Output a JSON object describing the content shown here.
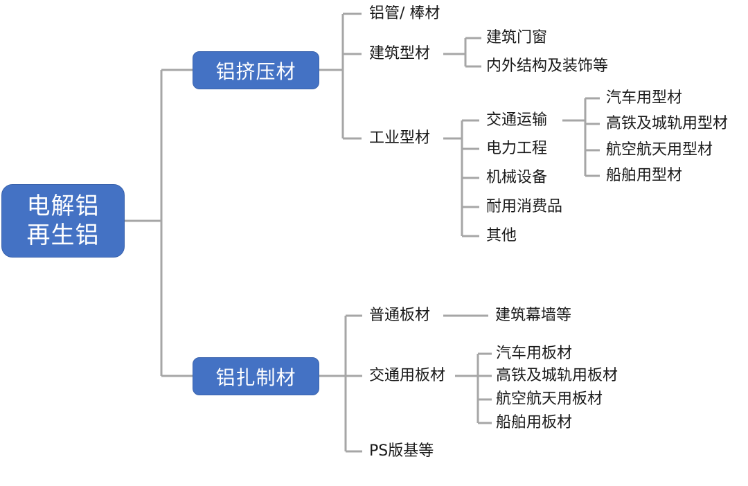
{
  "root": {
    "line1": "电解铝",
    "line2": "再生铝"
  },
  "branches": {
    "extrusion": {
      "title": "铝挤压材",
      "tube_bar": "铝管/ 棒材",
      "building": {
        "title": "建筑型材",
        "doors_windows": "建筑门窗",
        "inner_outer": "内外结构及装饰等"
      },
      "industrial": {
        "title": "工业型材",
        "transport": {
          "title": "交通运输",
          "car": "汽车用型材",
          "rail": "高铁及城轨用型材",
          "aero": "航空航天用型材",
          "ship": "船舶用型材"
        },
        "power": "电力工程",
        "machinery": "机械设备",
        "consumer": "耐用消费品",
        "other": "其他"
      }
    },
    "rolling": {
      "title": "铝扎制材",
      "plain": {
        "title": "普通板材",
        "curtain_wall": "建筑幕墙等"
      },
      "transport": {
        "title": "交通用板材",
        "car": "汽车用板材",
        "rail": "高铁及城轨用板材",
        "aero": "航空航天用板材",
        "ship": "船舶用板材"
      },
      "ps_plate": "PS版基等"
    }
  },
  "colors": {
    "node_fill": "#4472c4",
    "connector": "#a6a6a6",
    "text": "#1a1a1a"
  }
}
